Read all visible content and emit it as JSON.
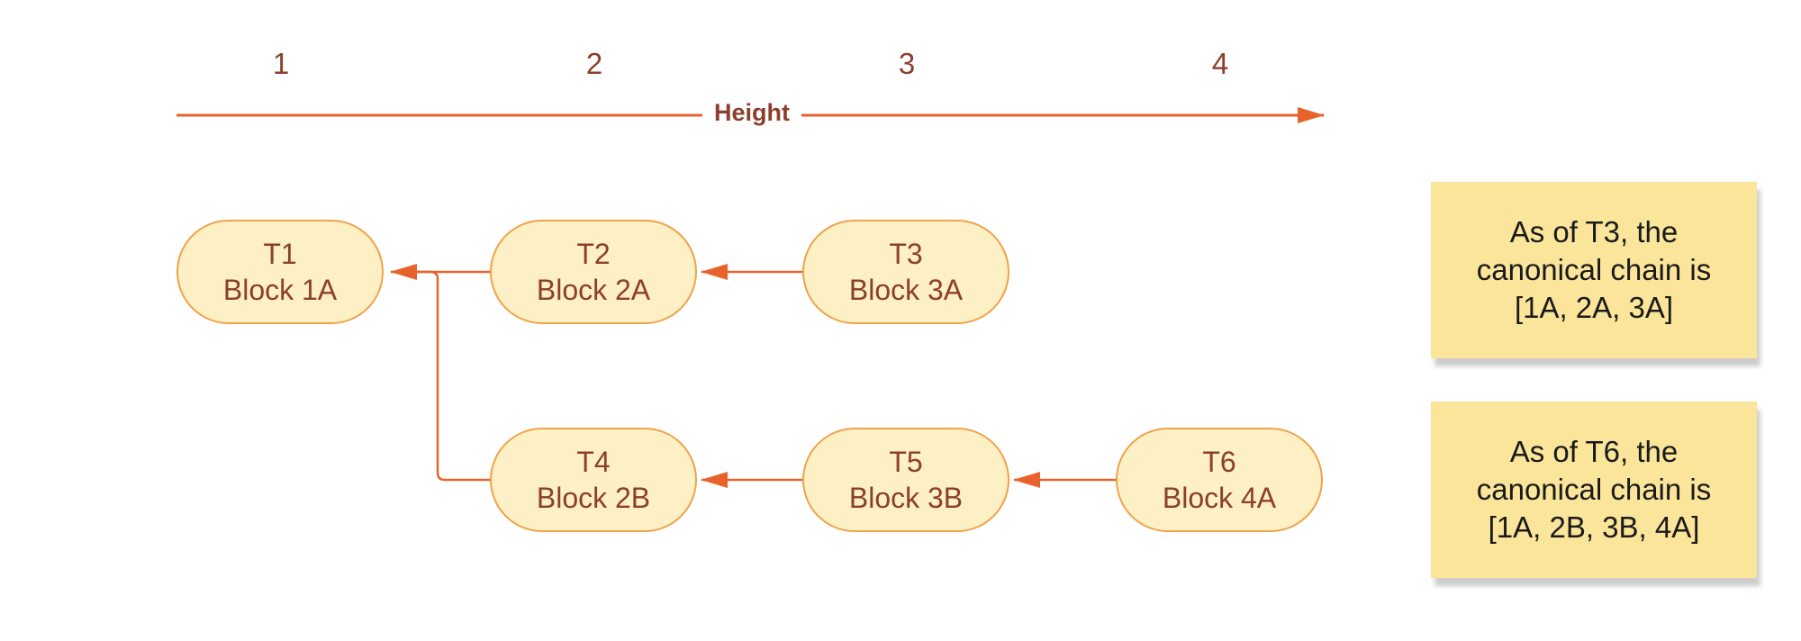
{
  "axis": {
    "title": "Height",
    "heights": [
      "1",
      "2",
      "3",
      "4"
    ]
  },
  "blocks": [
    {
      "id": "1A",
      "time": "T1",
      "name": "Block 1A"
    },
    {
      "id": "2A",
      "time": "T2",
      "name": "Block 2A"
    },
    {
      "id": "3A",
      "time": "T3",
      "name": "Block 3A"
    },
    {
      "id": "2B",
      "time": "T4",
      "name": "Block 2B"
    },
    {
      "id": "3B",
      "time": "T5",
      "name": "Block 3B"
    },
    {
      "id": "4A",
      "time": "T6",
      "name": "Block 4A"
    }
  ],
  "links": [
    {
      "from": "2A",
      "to": "1A"
    },
    {
      "from": "3A",
      "to": "2A"
    },
    {
      "from": "2B",
      "to": "1A"
    },
    {
      "from": "3B",
      "to": "2B"
    },
    {
      "from": "4A",
      "to": "3B"
    }
  ],
  "notes": [
    {
      "text": "As of T3, the canonical chain is [1A, 2A, 3A]"
    },
    {
      "text": "As of T6, the canonical chain is [1A, 2B, 3B, 4A]"
    }
  ],
  "colors": {
    "arrow": "#e8632b",
    "label_text": "#8c3f2b",
    "block_fill": "#fdf0c5",
    "block_border": "#f0a24a",
    "note_fill": "#fae59a"
  }
}
